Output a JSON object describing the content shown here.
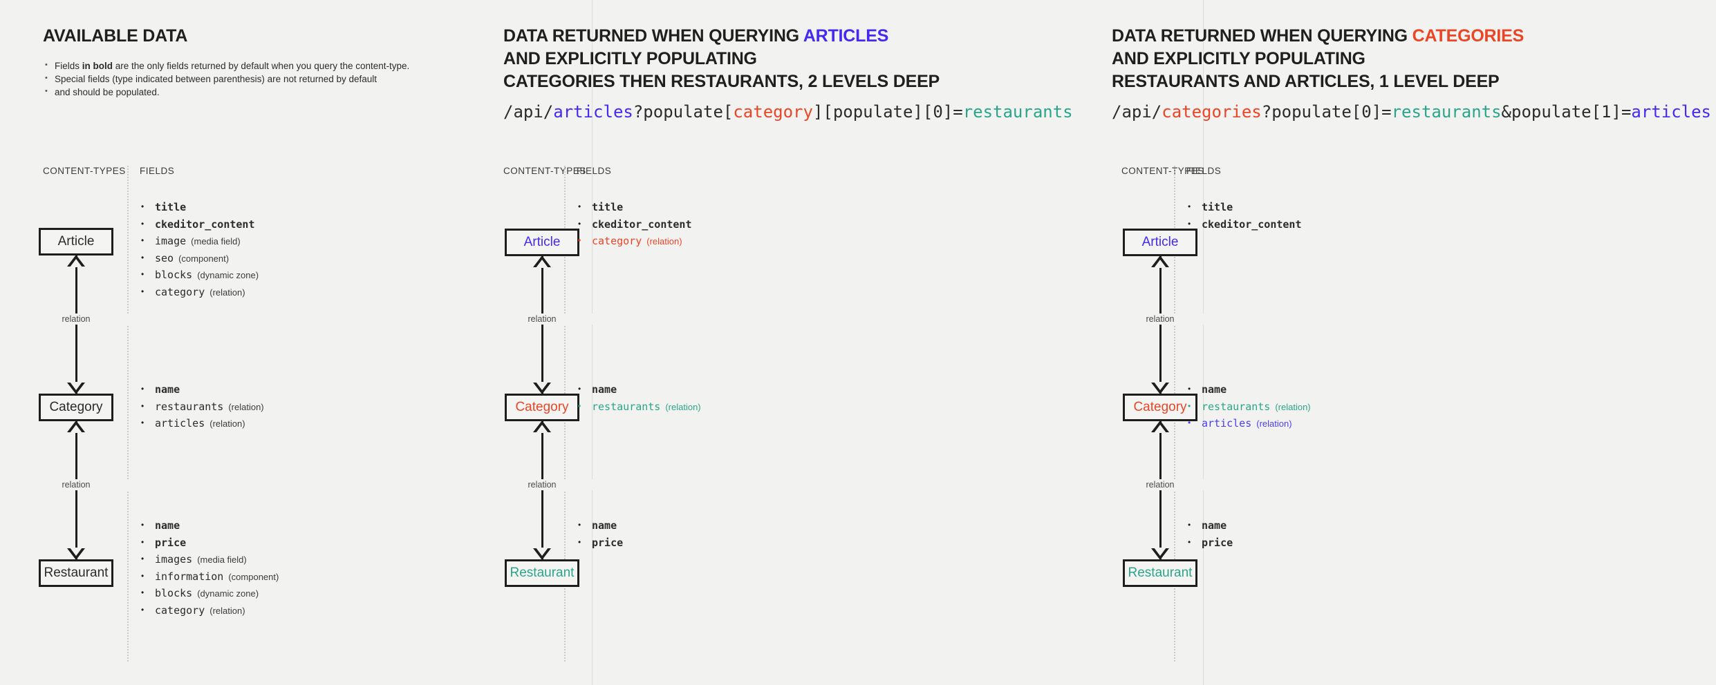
{
  "colors": {
    "background": "#f2f2f1",
    "blue": "#4329f2",
    "red": "#ec4526",
    "teal": "#2aa58a",
    "ink": "#1e1e1e"
  },
  "panels": [
    {
      "heading_lines": [
        "AVAILABLE DATA"
      ],
      "notes": [
        {
          "prefix": "Fields ",
          "bold": "in bold",
          "suffix": " are the only fields returned by default when you query the content-type."
        },
        {
          "prefix": "Special fields (type indicated between parenthesis) are not returned by default",
          "bold": "",
          "suffix": ""
        },
        {
          "prefix": "and should be populated.",
          "bold": "",
          "suffix": ""
        }
      ],
      "col_labels": {
        "content_types": "CONTENT-TYPES",
        "fields": "FIELDS"
      },
      "boxes": [
        {
          "label": "Article",
          "color": "ink"
        },
        {
          "label": "Category",
          "color": "ink"
        },
        {
          "label": "Restaurant",
          "color": "ink"
        }
      ],
      "relations": [
        "relation",
        "relation"
      ],
      "field_groups": [
        [
          {
            "name": "title",
            "type": "",
            "bold": true,
            "color": "dark"
          },
          {
            "name": "ckeditor_content",
            "type": "",
            "bold": true,
            "color": "dark"
          },
          {
            "name": "image",
            "type": "(media field)",
            "bold": false,
            "color": "dark"
          },
          {
            "name": "seo",
            "type": "(component)",
            "bold": false,
            "color": "dark"
          },
          {
            "name": "blocks",
            "type": "(dynamic zone)",
            "bold": false,
            "color": "dark"
          },
          {
            "name": "category",
            "type": "(relation)",
            "bold": false,
            "color": "dark"
          }
        ],
        [
          {
            "name": "name",
            "type": "",
            "bold": true,
            "color": "dark"
          },
          {
            "name": "restaurants",
            "type": "(relation)",
            "bold": false,
            "color": "dark"
          },
          {
            "name": "articles",
            "type": "(relation)",
            "bold": false,
            "color": "dark"
          }
        ],
        [
          {
            "name": "name",
            "type": "",
            "bold": true,
            "color": "dark"
          },
          {
            "name": "price",
            "type": "",
            "bold": true,
            "color": "dark"
          },
          {
            "name": "images",
            "type": "(media field)",
            "bold": false,
            "color": "dark"
          },
          {
            "name": "information",
            "type": "(component)",
            "bold": false,
            "color": "dark"
          },
          {
            "name": "blocks",
            "type": "(dynamic zone)",
            "bold": false,
            "color": "dark"
          },
          {
            "name": "category",
            "type": "(relation)",
            "bold": false,
            "color": "dark"
          }
        ]
      ]
    },
    {
      "heading_lines": [
        [
          {
            "t": "DATA RETURNED WHEN QUERYING ",
            "c": "ink"
          },
          {
            "t": "ARTICLES",
            "c": "blue"
          }
        ],
        [
          {
            "t": "AND EXPLICITLY POPULATING",
            "c": "ink"
          }
        ],
        [
          {
            "t": "CATEGORIES THEN RESTAURANTS, 2 LEVELS DEEP",
            "c": "ink"
          }
        ]
      ],
      "url_parts": [
        {
          "t": "/api/",
          "c": "ink"
        },
        {
          "t": "articles",
          "c": "blue"
        },
        {
          "t": "?populate[",
          "c": "ink"
        },
        {
          "t": "category",
          "c": "red"
        },
        {
          "t": "][populate][0]=",
          "c": "ink"
        },
        {
          "t": "restaurants",
          "c": "teal"
        }
      ],
      "col_labels": {
        "content_types": "CONTENT-TYPES",
        "fields": "FIELDS"
      },
      "boxes": [
        {
          "label": "Article",
          "color": "blue"
        },
        {
          "label": "Category",
          "color": "red"
        },
        {
          "label": "Restaurant",
          "color": "teal"
        }
      ],
      "relations": [
        "relation",
        "relation"
      ],
      "field_groups": [
        [
          {
            "name": "title",
            "type": "",
            "bold": true,
            "color": "dark"
          },
          {
            "name": "ckeditor_content",
            "type": "",
            "bold": true,
            "color": "dark"
          },
          {
            "name": "category",
            "type": "(relation)",
            "bold": false,
            "color": "red"
          }
        ],
        [
          {
            "name": "name",
            "type": "",
            "bold": true,
            "color": "dark"
          },
          {
            "name": "restaurants",
            "type": "(relation)",
            "bold": false,
            "color": "teal"
          }
        ],
        [
          {
            "name": "name",
            "type": "",
            "bold": true,
            "color": "dark"
          },
          {
            "name": "price",
            "type": "",
            "bold": true,
            "color": "dark"
          }
        ]
      ]
    },
    {
      "heading_lines": [
        [
          {
            "t": "DATA RETURNED WHEN QUERYING ",
            "c": "ink"
          },
          {
            "t": "CATEGORIES",
            "c": "red"
          }
        ],
        [
          {
            "t": "AND EXPLICITLY POPULATING",
            "c": "ink"
          }
        ],
        [
          {
            "t": "RESTAURANTS AND ARTICLES, 1 LEVEL DEEP",
            "c": "ink"
          }
        ]
      ],
      "url_parts": [
        {
          "t": "/api/",
          "c": "ink"
        },
        {
          "t": "categories",
          "c": "red"
        },
        {
          "t": "?populate[0]=",
          "c": "ink"
        },
        {
          "t": "restaurants",
          "c": "teal"
        },
        {
          "t": "&populate[1]=",
          "c": "ink"
        },
        {
          "t": "articles",
          "c": "blue"
        }
      ],
      "col_labels": {
        "content_types": "CONTENT-TYPES",
        "fields": "FIELDS"
      },
      "boxes": [
        {
          "label": "Article",
          "color": "blue"
        },
        {
          "label": "Category",
          "color": "red"
        },
        {
          "label": "Restaurant",
          "color": "teal"
        }
      ],
      "relations": [
        "relation",
        "relation"
      ],
      "field_groups": [
        [
          {
            "name": "title",
            "type": "",
            "bold": true,
            "color": "dark"
          },
          {
            "name": "ckeditor_content",
            "type": "",
            "bold": true,
            "color": "dark"
          }
        ],
        [
          {
            "name": "name",
            "type": "",
            "bold": true,
            "color": "dark"
          },
          {
            "name": "restaurants",
            "type": "(relation)",
            "bold": false,
            "color": "teal"
          },
          {
            "name": "articles",
            "type": "(relation)",
            "bold": false,
            "color": "blue"
          }
        ],
        [
          {
            "name": "name",
            "type": "",
            "bold": true,
            "color": "dark"
          },
          {
            "name": "price",
            "type": "",
            "bold": true,
            "color": "dark"
          }
        ]
      ]
    }
  ]
}
